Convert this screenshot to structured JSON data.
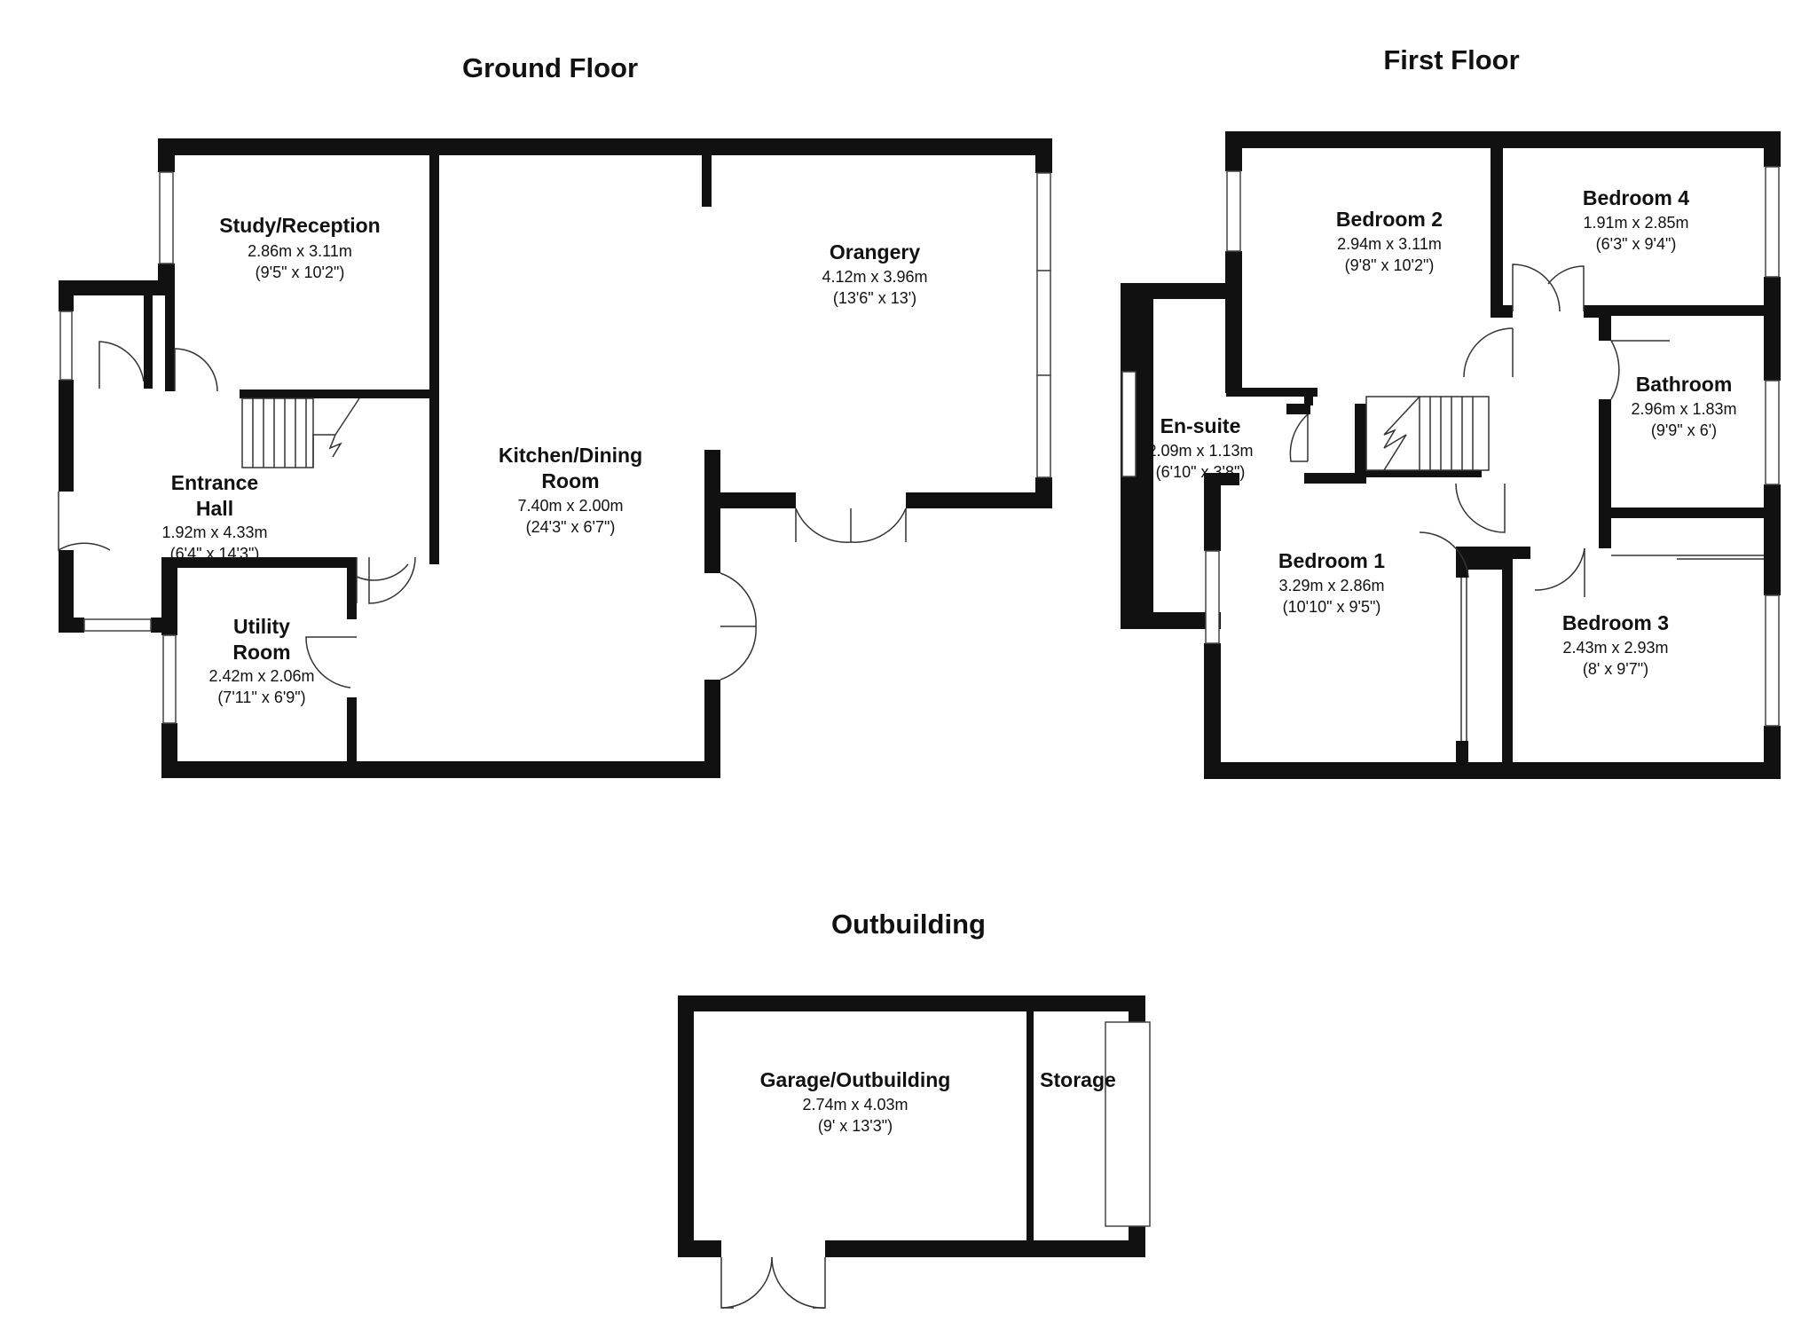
{
  "floors": {
    "ground": {
      "title": "Ground Floor"
    },
    "first": {
      "title": "First Floor"
    },
    "outbuilding": {
      "title": "Outbuilding"
    }
  },
  "rooms": {
    "study": {
      "name": "Study/Reception",
      "metric": "2.86m x 3.11m",
      "imperial": "(9'5\" x 10'2\")"
    },
    "orangery": {
      "name": "Orangery",
      "metric": "4.12m x 3.96m",
      "imperial": "(13'6\" x 13')"
    },
    "kitchen": {
      "name_line1": "Kitchen/Dining",
      "name_line2": "Room",
      "metric": "7.40m x 2.00m",
      "imperial": "(24'3\" x 6'7\")"
    },
    "entrance": {
      "name_line1": "Entrance",
      "name_line2": "Hall",
      "metric": "1.92m x 4.33m",
      "imperial": "(6'4\" x 14'3\")"
    },
    "utility": {
      "name_line1": "Utility",
      "name_line2": "Room",
      "metric": "2.42m x 2.06m",
      "imperial": "(7'11\" x 6'9\")"
    },
    "bedroom2": {
      "name": "Bedroom 2",
      "metric": "2.94m x 3.11m",
      "imperial": "(9'8\" x 10'2\")"
    },
    "bedroom4": {
      "name": "Bedroom 4",
      "metric": "1.91m x 2.85m",
      "imperial": "(6'3\" x 9'4\")"
    },
    "bathroom": {
      "name": "Bathroom",
      "metric": "2.96m x 1.83m",
      "imperial": "(9'9\" x 6')"
    },
    "ensuite": {
      "name": "En-suite",
      "metric": "2.09m x 1.13m",
      "imperial": "(6'10\" x 3'8\")"
    },
    "bedroom1": {
      "name": "Bedroom 1",
      "metric": "3.29m x 2.86m",
      "imperial": "(10'10\" x 9'5\")"
    },
    "bedroom3": {
      "name": "Bedroom 3",
      "metric": "2.43m x 2.93m",
      "imperial": "(8' x 9'7\")"
    },
    "garage": {
      "name": "Garage/Outbuilding",
      "metric": "2.74m x 4.03m",
      "imperial": "(9' x 13'3\")"
    },
    "storage": {
      "name": "Storage"
    }
  }
}
